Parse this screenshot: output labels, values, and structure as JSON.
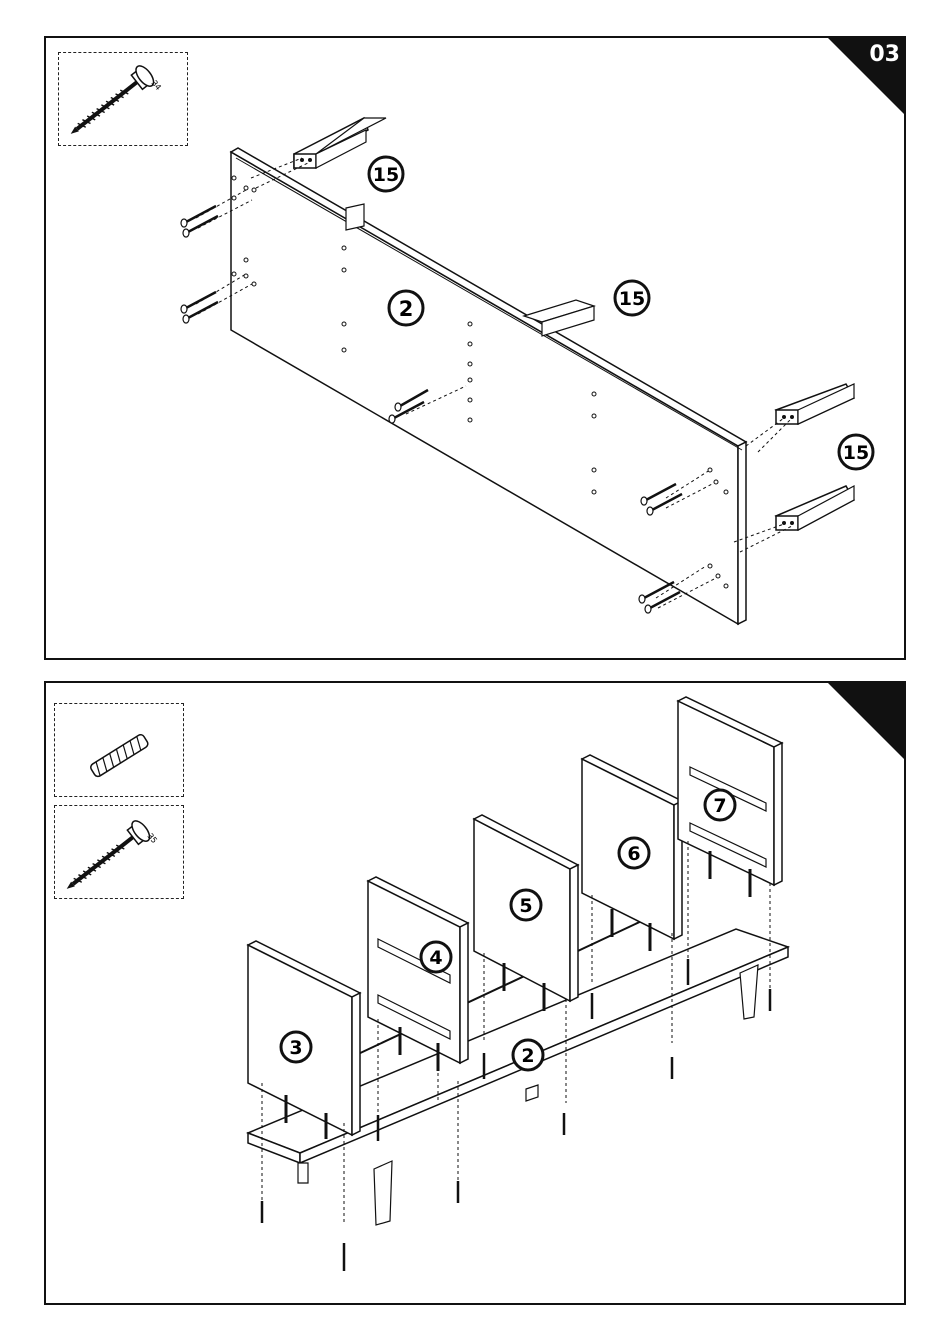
{
  "step_top": {
    "number": "03"
  },
  "step_bottom": {
    "number": ""
  },
  "top_panel": {
    "part_labels": [
      "15",
      "2",
      "15",
      "15"
    ]
  },
  "bottom_panel": {
    "part_labels": [
      "3",
      "4",
      "5",
      "6",
      "7",
      "2"
    ]
  },
  "hardware": {
    "top_screw_label": "34",
    "bottom_screw_label": "35"
  }
}
